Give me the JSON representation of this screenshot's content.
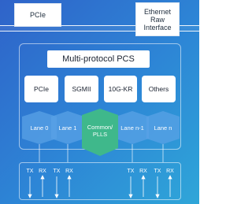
{
  "top": {
    "pcie_label": "PCIe",
    "ethernet_label": "Ethernet Raw Interface"
  },
  "pcs": {
    "title": "Multi-protocol PCS",
    "protocols": [
      "PCIe",
      "SGMII",
      "10G-KR",
      "Others"
    ]
  },
  "lanes": {
    "lane0": "Lane 0",
    "lane1": "Lane 1",
    "common": "Common/ PLLS",
    "lane_n1": "Lane n-1",
    "lane_n": "Lane n"
  },
  "io": {
    "labels": [
      "TX",
      "RX",
      "TX",
      "RX",
      "TX",
      "RX",
      "TX",
      "RX"
    ]
  },
  "colors": {
    "background": "#2f6fcb",
    "lane_fill": "#5aa2e6",
    "common_fill": "#3fb88b",
    "box": "#ffffff"
  }
}
